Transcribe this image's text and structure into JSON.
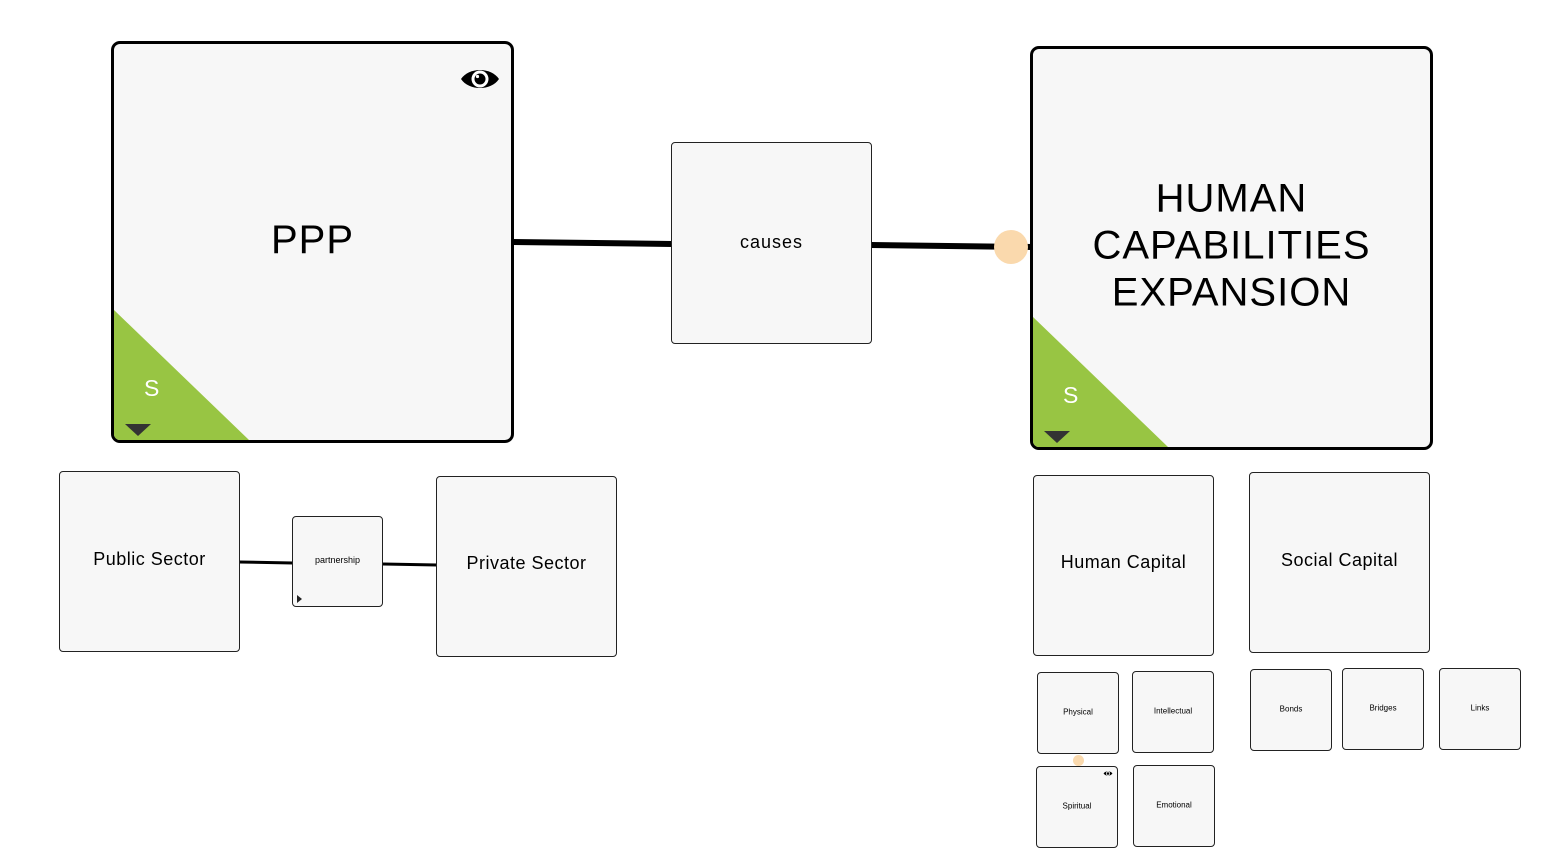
{
  "nodes": {
    "ppp": {
      "label": "PPP",
      "badge": "S"
    },
    "causes": {
      "label": "causes"
    },
    "hce": {
      "label": "HUMAN CAPABILITIES EXPANSION",
      "badge": "S"
    },
    "public_sector": {
      "label": "Public Sector"
    },
    "partnership": {
      "label": "partnership"
    },
    "private_sector": {
      "label": "Private Sector"
    },
    "human_capital": {
      "label": "Human Capital"
    },
    "social_capital": {
      "label": "Social Capital"
    },
    "physical": {
      "label": "Physical"
    },
    "intellectual": {
      "label": "Intellectual"
    },
    "spiritual": {
      "label": "Spiritual"
    },
    "emotional": {
      "label": "Emotional"
    },
    "bonds": {
      "label": "Bonds"
    },
    "bridges": {
      "label": "Bridges"
    },
    "links": {
      "label": "Links"
    }
  },
  "colors": {
    "card_fill": "#f7f7f7",
    "corner_green": "#98c543",
    "connector_dot": "#fad9ad"
  },
  "icons": {
    "eye": "eye-icon",
    "expand": "caret-down-icon",
    "mini_expand": "caret-right-icon"
  }
}
